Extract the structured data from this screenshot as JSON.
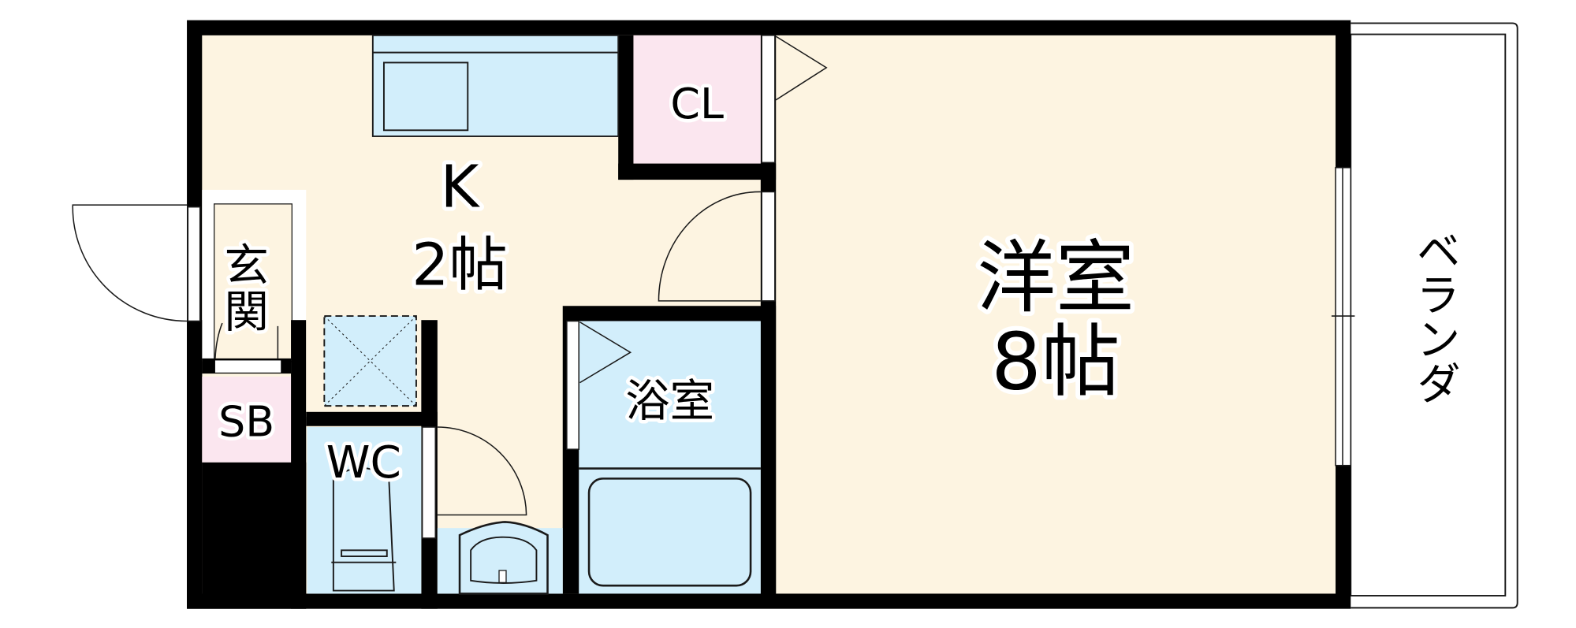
{
  "floor_plan": {
    "colors": {
      "wall": "#000000",
      "floor": "#fdf4e1",
      "wet_area": "#d2eefb",
      "storage": "#fbe6ef",
      "veranda": "#ffffff",
      "line": "#1a1a1a"
    },
    "rooms": {
      "kitchen": {
        "name": "K",
        "size": "2帖"
      },
      "western_room": {
        "name": "洋室",
        "size": "8帖"
      },
      "entrance": {
        "name_line1": "玄",
        "name_line2": "関"
      },
      "shoe_box": {
        "name": "SB"
      },
      "closet": {
        "name": "CL"
      },
      "toilet": {
        "name": "WC"
      },
      "bathroom": {
        "name": "浴室"
      },
      "veranda": {
        "name": "ベランダ"
      }
    }
  }
}
